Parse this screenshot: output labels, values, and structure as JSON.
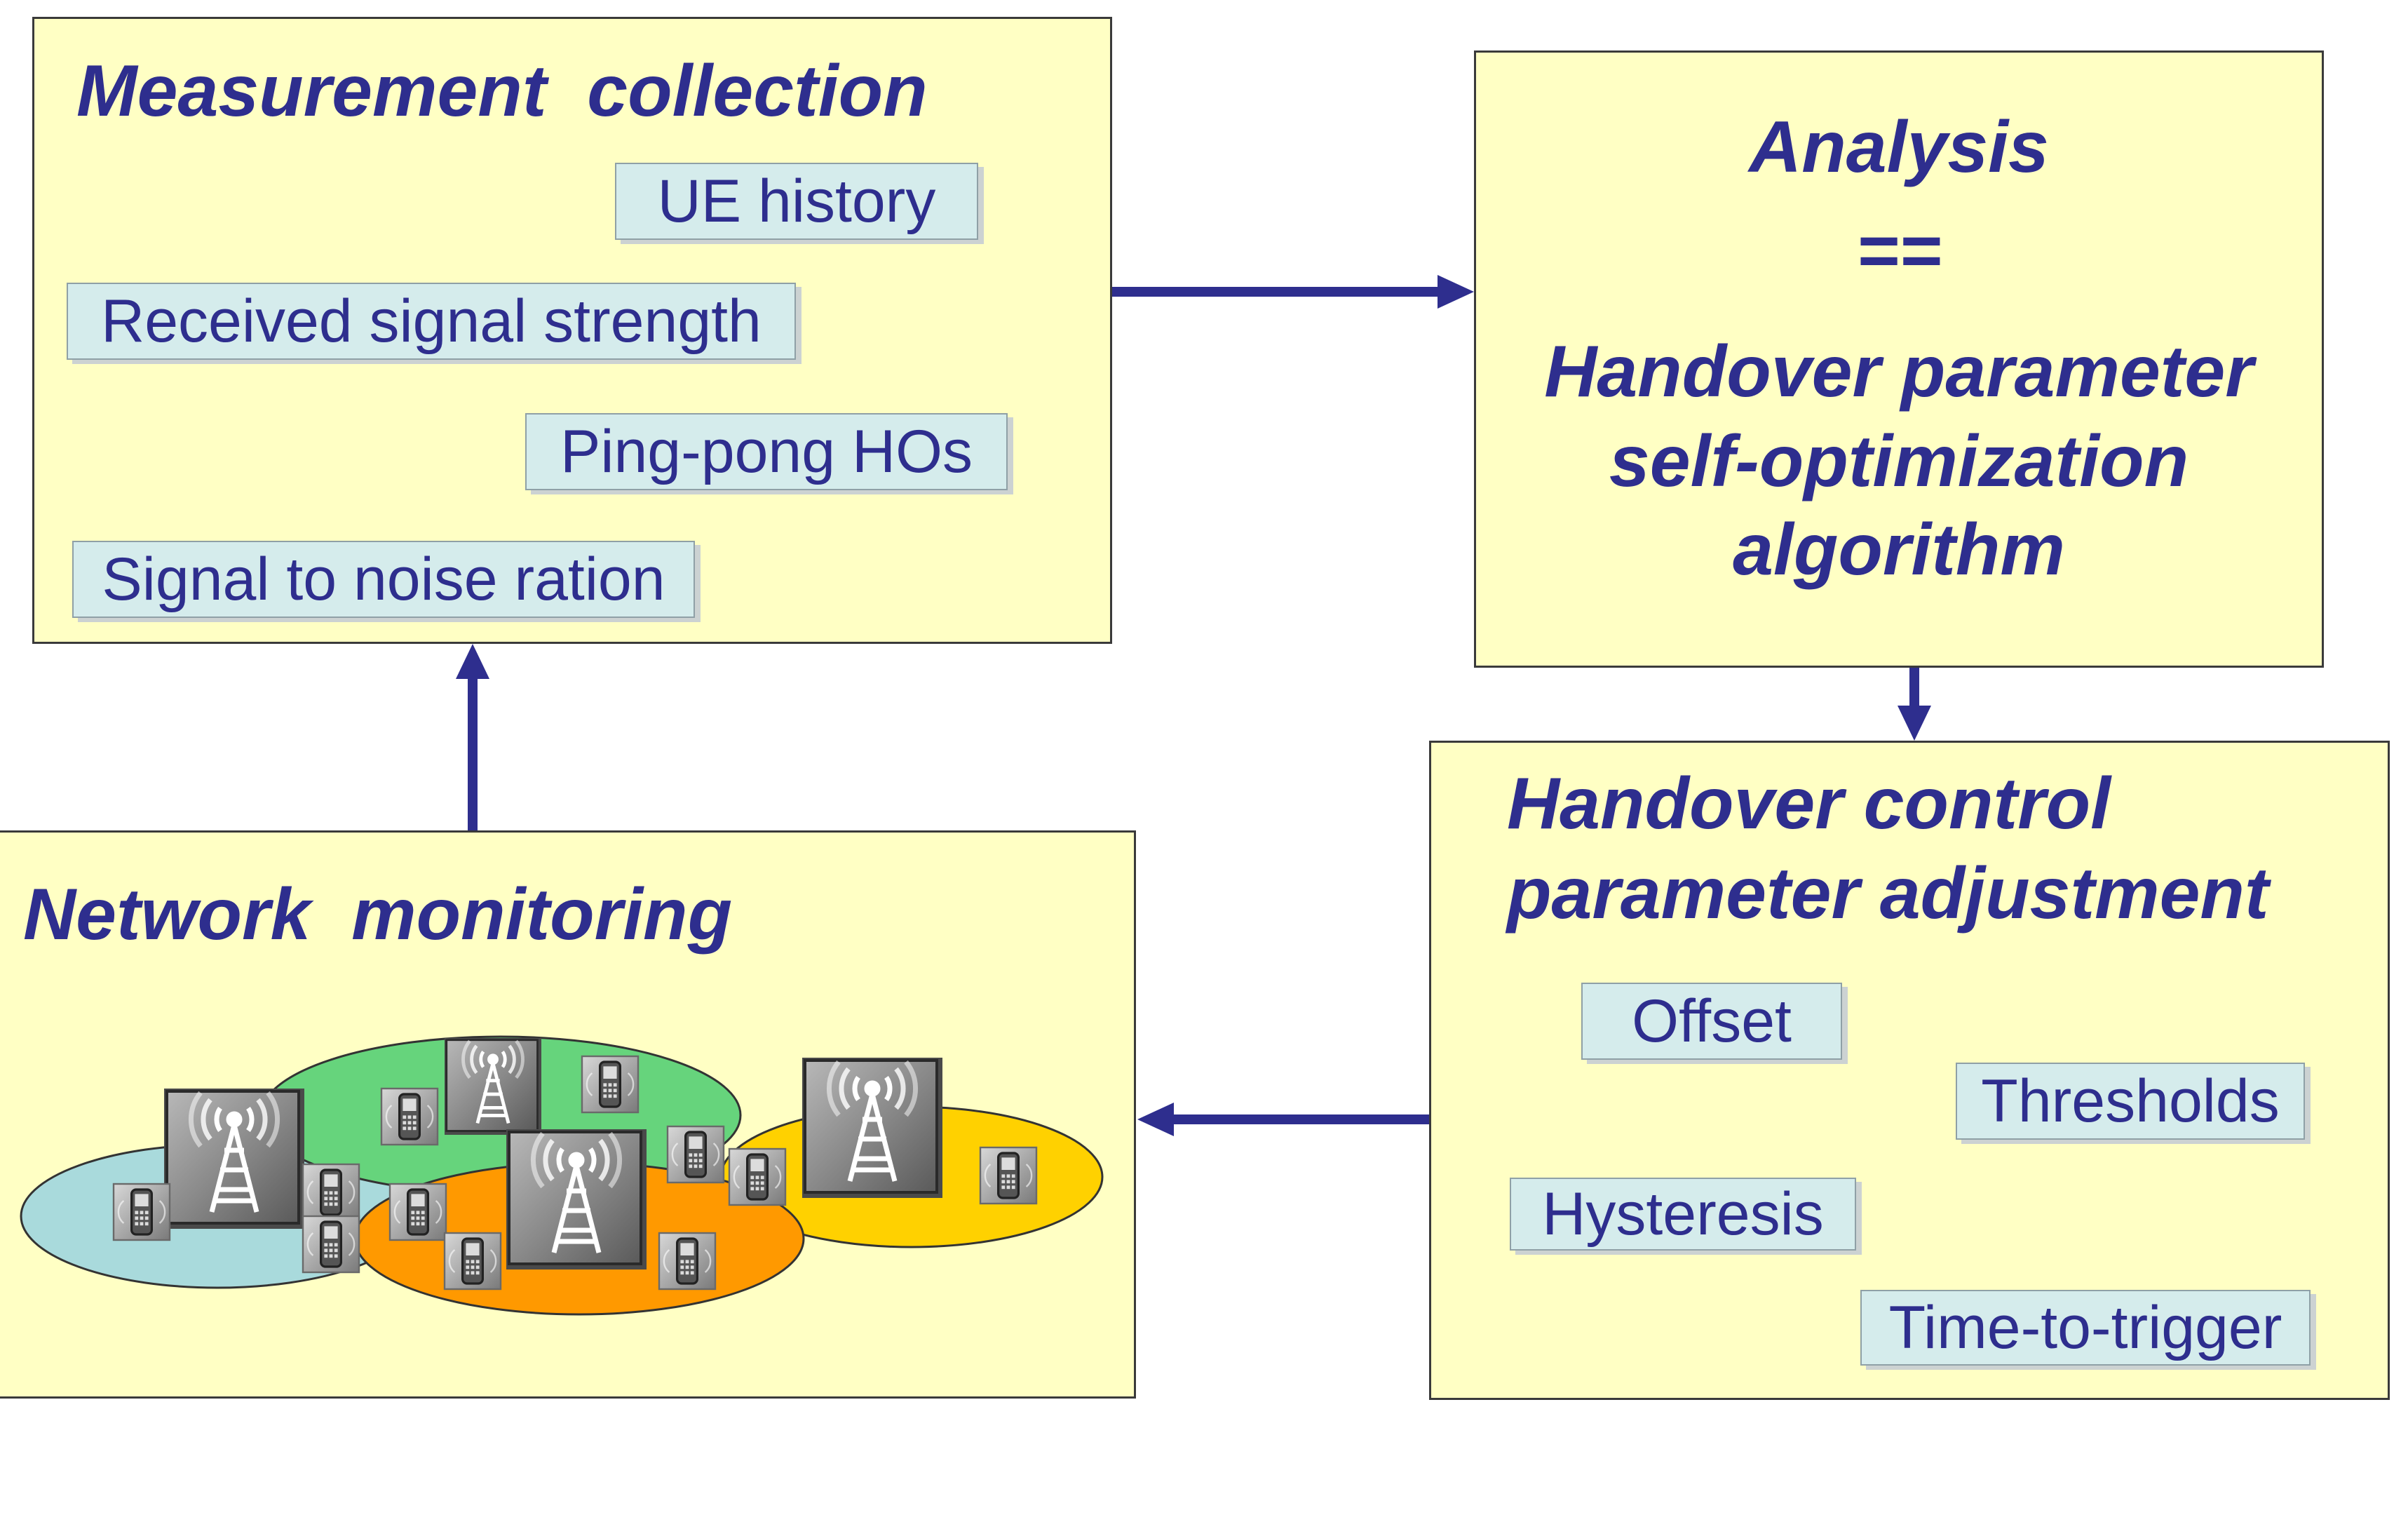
{
  "measurement": {
    "title": "Measurement  collection",
    "items": [
      "UE history",
      "Received signal strength",
      "Ping-pong HOs",
      "Signal to noise ration"
    ]
  },
  "analysis": {
    "line1": "Analysis",
    "line2": "==",
    "line3": "Handover parameter",
    "line4": "self-optimization",
    "line5": "algorithm"
  },
  "adjustment": {
    "title_line1": "Handover control",
    "title_line2": "parameter adjustment",
    "items": [
      "Offset",
      "Thresholds",
      "Hysteresis",
      "Time-to-trigger"
    ]
  },
  "monitoring": {
    "title": "Network  monitoring"
  },
  "colors": {
    "panel_fill": "#ffffc4",
    "text": "#2e2e8e",
    "arrow": "#2e2e8e",
    "tag_fill": "#d5ecec",
    "cell_blue": "#a9dadc",
    "cell_green": "#66d47c",
    "cell_orange": "#ff9900",
    "cell_yellow": "#ffd100"
  },
  "icons": [
    "cell-tower-icon",
    "mobile-phone-icon"
  ]
}
